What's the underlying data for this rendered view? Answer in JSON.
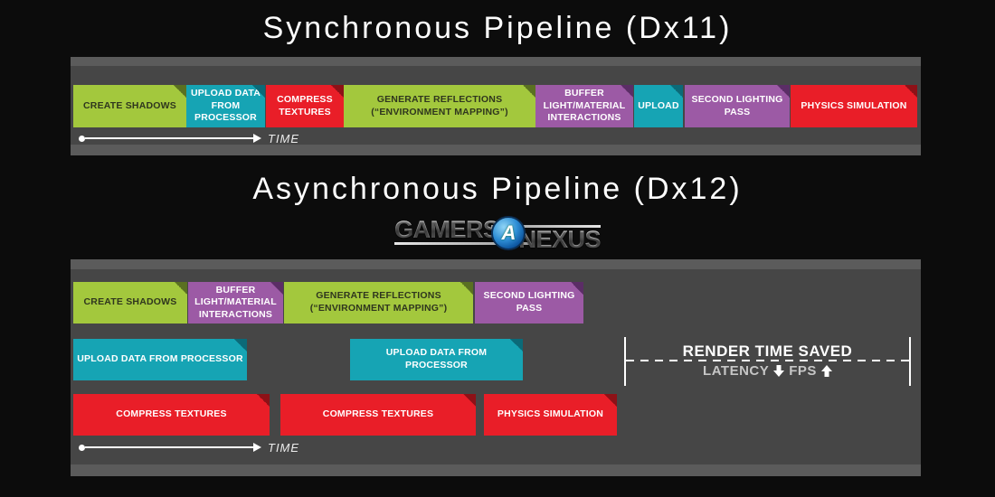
{
  "titles": {
    "sync": "Synchronous Pipeline (Dx11)",
    "async": "Asynchronous Pipeline (Dx12)"
  },
  "logo": {
    "gamers": "GAMERS",
    "nexus": "NEXUS",
    "globe_letter": "A"
  },
  "time_label": "TIME",
  "colors": {
    "background": "#0c0c0c",
    "track": "#464646",
    "track_strip": "#5b5b5b",
    "green": "#a3c83d",
    "teal": "#16a4b4",
    "purple": "#9c5aa5",
    "red": "#e91e28",
    "white_text": "#ffffff",
    "green_block_text": "#2f361e"
  },
  "sync": {
    "blocks": [
      {
        "label": "CREATE SHADOWS",
        "color": "green"
      },
      {
        "label": "UPLOAD DATA FROM PROCESSOR",
        "color": "teal"
      },
      {
        "label": "COMPRESS TEXTURES",
        "color": "red"
      },
      {
        "label": "GENERATE REFLECTIONS (“ENVIRONMENT MAPPING”)",
        "color": "green"
      },
      {
        "label": "BUFFER LIGHT/MATERIAL INTERACTIONS",
        "color": "purple"
      },
      {
        "label": "UPLOAD",
        "color": "teal"
      },
      {
        "label": "SECOND LIGHTING PASS",
        "color": "purple"
      },
      {
        "label": "PHYSICS SIMULATION",
        "color": "red"
      }
    ]
  },
  "async": {
    "row1": [
      {
        "label": "CREATE SHADOWS",
        "color": "green"
      },
      {
        "label": "BUFFER LIGHT/MATERIAL INTERACTIONS",
        "color": "purple"
      },
      {
        "label": "GENERATE REFLECTIONS (“ENVIRONMENT MAPPING”)",
        "color": "green"
      },
      {
        "label": "SECOND LIGHTING PASS",
        "color": "purple"
      }
    ],
    "row2": [
      {
        "label": "UPLOAD DATA FROM PROCESSOR",
        "color": "teal"
      },
      {
        "label": "UPLOAD DATA FROM PROCESSOR",
        "color": "teal"
      }
    ],
    "row3": [
      {
        "label": "COMPRESS TEXTURES",
        "color": "red"
      },
      {
        "label": "COMPRESS TEXTURES",
        "color": "red"
      },
      {
        "label": "PHYSICS SIMULATION",
        "color": "red"
      }
    ]
  },
  "annotation": {
    "title": "RENDER TIME SAVED",
    "latency_label": "LATENCY",
    "fps_label": "FPS"
  }
}
